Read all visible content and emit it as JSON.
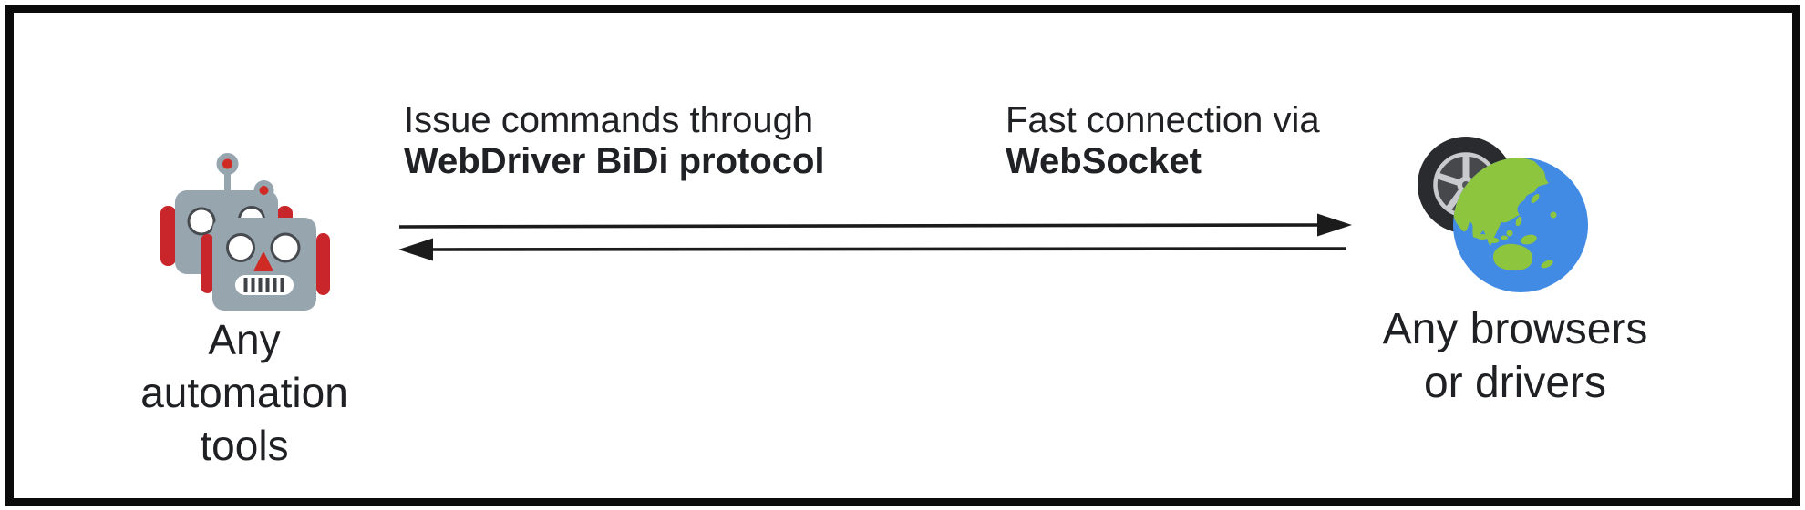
{
  "diagram": {
    "title_hint": "WebDriver BiDi bidirectional connection diagram",
    "connection": {
      "request_label_line1": "Issue commands through",
      "request_label_line2": "WebDriver BiDi protocol",
      "transport_label_line1": "Fast connection via",
      "transport_label_line2": "WebSocket"
    },
    "left_node": {
      "icon": "robot-pair-icon",
      "label_line1": "Any",
      "label_line2": "automation",
      "label_line3": "tools"
    },
    "right_node": {
      "icon": "tire-globe-icon",
      "label_line1": "Any browsers",
      "label_line2": "or drivers"
    },
    "colors": {
      "border": "#0b0b0b",
      "text": "#202124",
      "arrow": "#1b1b1b",
      "robot_body": "#97A5AF",
      "robot_red": "#C9262B",
      "globe_blue": "#418BE4",
      "globe_green": "#8DC53E",
      "tire_dark": "#2A2B2E",
      "tire_rim": "#C9CACE"
    }
  }
}
